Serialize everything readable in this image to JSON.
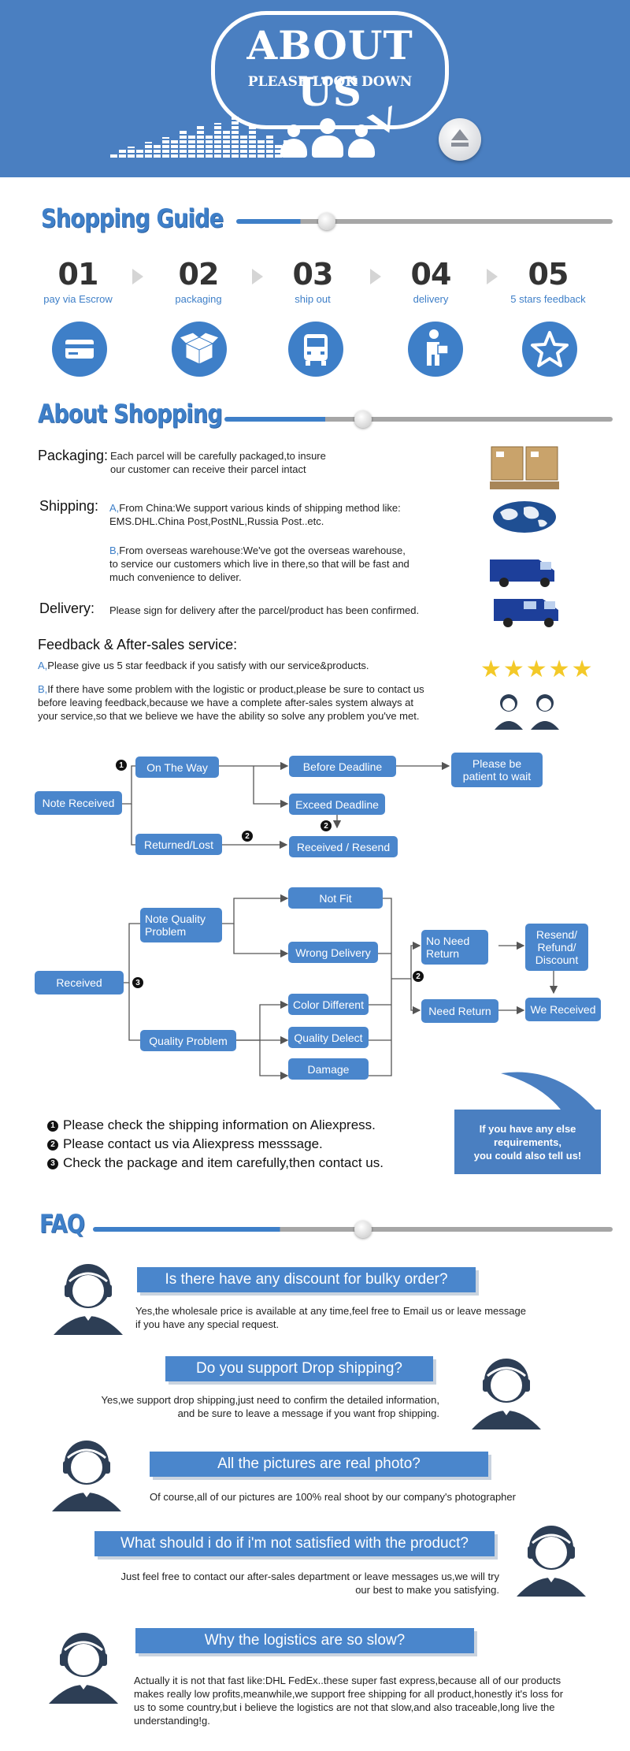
{
  "header": {
    "title": "ABOUT US",
    "subtitle": "PLEASE LOOK DOWN"
  },
  "shopping_guide": {
    "title": "Shopping Guide",
    "steps": [
      {
        "num": "01",
        "label": "pay via Escrow",
        "icon": "credit-card-icon"
      },
      {
        "num": "02",
        "label": "packaging",
        "icon": "box-icon"
      },
      {
        "num": "03",
        "label": "ship out",
        "icon": "truck-icon"
      },
      {
        "num": "04",
        "label": "delivery",
        "icon": "courier-icon"
      },
      {
        "num": "05",
        "label": "5 stars feedback",
        "icon": "star-icon"
      }
    ]
  },
  "about_shopping": {
    "title": "About Shopping",
    "packaging_label": "Packaging:",
    "packaging_line1": "Each parcel will be carefully packaged,to insure",
    "packaging_line2": "our customer can receive their parcel intact",
    "shipping_label": "Shipping:",
    "shipping_a_prefix": "A,",
    "shipping_a_line1": "From China:We support various kinds of shipping method like:",
    "shipping_a_line2": "EMS.DHL.China Post,PostNL,Russia Post..etc.",
    "shipping_b_prefix": "B,",
    "shipping_b_line1": "From overseas warehouse:We've got the overseas warehouse,",
    "shipping_b_line2": "to service our customers which live in there,so that will be fast and",
    "shipping_b_line3": "much convenience to deliver.",
    "delivery_label": "Delivery:",
    "delivery_text": "Please sign for delivery after the parcel/product has been confirmed.",
    "feedback_title": "Feedback & After-sales service:",
    "feedback_a_prefix": "A,",
    "feedback_a": "Please give us 5 star feedback if you satisfy with our service&products.",
    "feedback_b_prefix": "B,",
    "feedback_b_line1": "If there have some problem with the logistic or product,please be sure to contact us",
    "feedback_b_line2": "before leaving feedback,because we have a complete after-sales system always at",
    "feedback_b_line3": "your service,so that we believe we have the ability so solve any problem you've met.",
    "stars": "★★★★★"
  },
  "flow1": {
    "note_received": "Note Received",
    "on_the_way": "On The Way",
    "returned_lost": "Returned/Lost",
    "before_deadline": "Before Deadline",
    "exceed_deadline": "Exceed Deadline",
    "received_resend": "Received / Resend",
    "please_be_patient": "Please be patient to wait",
    "mark1": "1",
    "mark2a": "2",
    "mark2b": "2"
  },
  "flow2": {
    "received": "Received",
    "note_quality_problem": "Note Quality Problem",
    "quality_problem": "Quality Problem",
    "not_fit": "Not Fit",
    "wrong_delivery": "Wrong Delivery",
    "color_different": "Color Different",
    "quality_defect": "Quality Delect",
    "damage": "Damage",
    "no_need_return": "No Need Return",
    "need_return": "Need Return",
    "resend_refund": "Resend/ Refund/ Discount",
    "we_received": "We Received",
    "mark3": "3",
    "mark2": "2"
  },
  "notes": {
    "n1_mark": "1",
    "n1": "Please check the shipping information on Aliexpress.",
    "n2_mark": "2",
    "n2": "Please contact us via Aliexpress messsage.",
    "n3_mark": "3",
    "n3": "Check the package and item carefully,then contact us.",
    "help_line1": "If you have any else",
    "help_line2": "requirements,",
    "help_line3": "you could also tell us!"
  },
  "faq": {
    "title": "FAQ",
    "items": [
      {
        "q": "Is there have any discount for bulky order?",
        "a1": "Yes,the wholesale price is available at any time,feel free to Email us or leave message",
        "a2": "if you have any special request."
      },
      {
        "q": "Do you support Drop shipping?",
        "a1": "Yes,we support drop shipping,just need to confirm the detailed information,",
        "a2": "and be sure to leave a message if you want frop shipping."
      },
      {
        "q": "All the pictures are real photo?",
        "a1": "Of course,all of our pictures are 100% real shoot by our company's photographer",
        "a2": ""
      },
      {
        "q": "What should i do if i'm not satisfied with the product?",
        "a1": "Just feel free to contact our after-sales department or leave messages us,we will try",
        "a2": "our best to make you satisfying."
      },
      {
        "q": "Why the logistics are so slow?",
        "a1": "Actually it is not that fast like:DHL FedEx..these super fast express,because all of our products",
        "a2": "makes really low profits,meanwhile,we support free shipping for all product,honestly it's loss for",
        "a3": "us to some country,but i believe the logistics are not that slow,and also traceable,long live the",
        "a4": "understanding!g."
      }
    ]
  },
  "colors": {
    "brand_blue": "#4a7fc1",
    "accent_blue": "#3e7fc8",
    "box_blue": "#4a86cc",
    "star_yellow": "#f3c928"
  }
}
